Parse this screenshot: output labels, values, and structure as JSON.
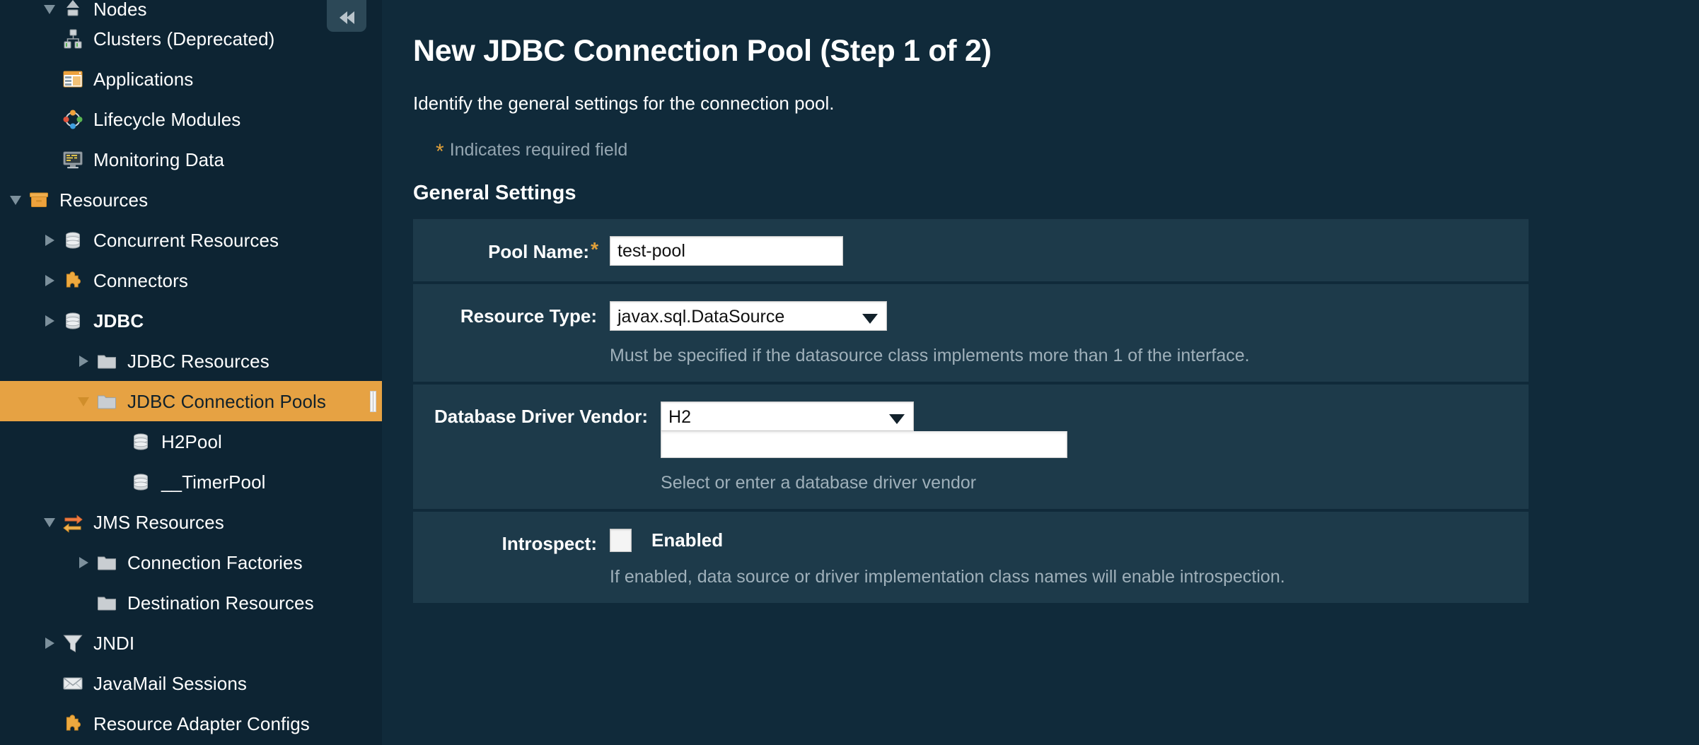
{
  "sidebar": {
    "collapse_button_icon": "double-chevron-left-icon",
    "items": [
      {
        "label": "Nodes",
        "icon": "node-icon",
        "depth": 1,
        "twisty": "expanded",
        "bold": false,
        "selected": false,
        "partial": true
      },
      {
        "label": "Clusters (Deprecated)",
        "icon": "cluster-icon",
        "depth": 1,
        "twisty": "none",
        "bold": false,
        "selected": false
      },
      {
        "label": "Applications",
        "icon": "application-icon",
        "depth": 1,
        "twisty": "none",
        "bold": false,
        "selected": false
      },
      {
        "label": "Lifecycle Modules",
        "icon": "lifecycle-icon",
        "depth": 1,
        "twisty": "none",
        "bold": false,
        "selected": false
      },
      {
        "label": "Monitoring Data",
        "icon": "monitor-icon",
        "depth": 1,
        "twisty": "none",
        "bold": false,
        "selected": false
      },
      {
        "label": "Resources",
        "icon": "resources-icon",
        "depth": 0,
        "twisty": "expanded",
        "bold": false,
        "selected": false
      },
      {
        "label": "Concurrent Resources",
        "icon": "database-icon",
        "depth": 1,
        "twisty": "collapsed",
        "bold": false,
        "selected": false
      },
      {
        "label": "Connectors",
        "icon": "connector-icon",
        "depth": 1,
        "twisty": "collapsed",
        "bold": false,
        "selected": false
      },
      {
        "label": "JDBC",
        "icon": "database-icon",
        "depth": 1,
        "twisty": "collapsed",
        "bold": true,
        "selected": false
      },
      {
        "label": "JDBC Resources",
        "icon": "folder-icon",
        "depth": 2,
        "twisty": "collapsed",
        "bold": false,
        "selected": false
      },
      {
        "label": "JDBC Connection Pools",
        "icon": "folder-icon",
        "depth": 2,
        "twisty": "expanded",
        "bold": false,
        "selected": true
      },
      {
        "label": "H2Pool",
        "icon": "database-icon",
        "depth": 3,
        "twisty": "none",
        "bold": false,
        "selected": false
      },
      {
        "label": "__TimerPool",
        "icon": "database-icon",
        "depth": 3,
        "twisty": "none",
        "bold": false,
        "selected": false
      },
      {
        "label": "JMS Resources",
        "icon": "jms-icon",
        "depth": 1,
        "twisty": "expanded",
        "bold": false,
        "selected": false
      },
      {
        "label": "Connection Factories",
        "icon": "folder-icon",
        "depth": 2,
        "twisty": "collapsed",
        "bold": false,
        "selected": false
      },
      {
        "label": "Destination Resources",
        "icon": "folder-icon",
        "depth": 2,
        "twisty": "none",
        "bold": false,
        "selected": false
      },
      {
        "label": "JNDI",
        "icon": "funnel-icon",
        "depth": 1,
        "twisty": "collapsed",
        "bold": false,
        "selected": false
      },
      {
        "label": "JavaMail Sessions",
        "icon": "mail-icon",
        "depth": 1,
        "twisty": "none",
        "bold": false,
        "selected": false
      },
      {
        "label": "Resource Adapter Configs",
        "icon": "connector-icon",
        "depth": 1,
        "twisty": "none",
        "bold": false,
        "selected": false
      }
    ]
  },
  "page": {
    "title": "New JDBC Connection Pool (Step 1 of 2)",
    "subtitle": "Identify the general settings for the connection pool.",
    "required_star": "*",
    "required_note": "Indicates required field",
    "section_heading": "General Settings"
  },
  "form": {
    "pool_name": {
      "label": "Pool Name:",
      "required_star": "*",
      "value": "test-pool",
      "placeholder": ""
    },
    "resource_type": {
      "label": "Resource Type:",
      "value": "javax.sql.DataSource",
      "help": "Must be specified if the datasource class implements more than 1 of the interface.",
      "caret_icon": "chevron-down-icon"
    },
    "database_driver_vendor": {
      "label": "Database Driver Vendor:",
      "value": "H2",
      "free_text_value": "",
      "help": "Select or enter a database driver vendor",
      "caret_icon": "chevron-down-icon"
    },
    "introspect": {
      "label": "Introspect:",
      "checkbox_label": "Enabled",
      "checked": false,
      "help": "If enabled, data source or driver implementation class names will enable introspection."
    }
  },
  "colors": {
    "sidebar_bg": "#0d2433",
    "main_bg": "#102a3a",
    "panel_bg": "#1d3a4a",
    "accent_selected": "#e6a243",
    "required_star": "#e0a03a",
    "help_text": "#9fb0ba",
    "text": "#ffffff"
  }
}
